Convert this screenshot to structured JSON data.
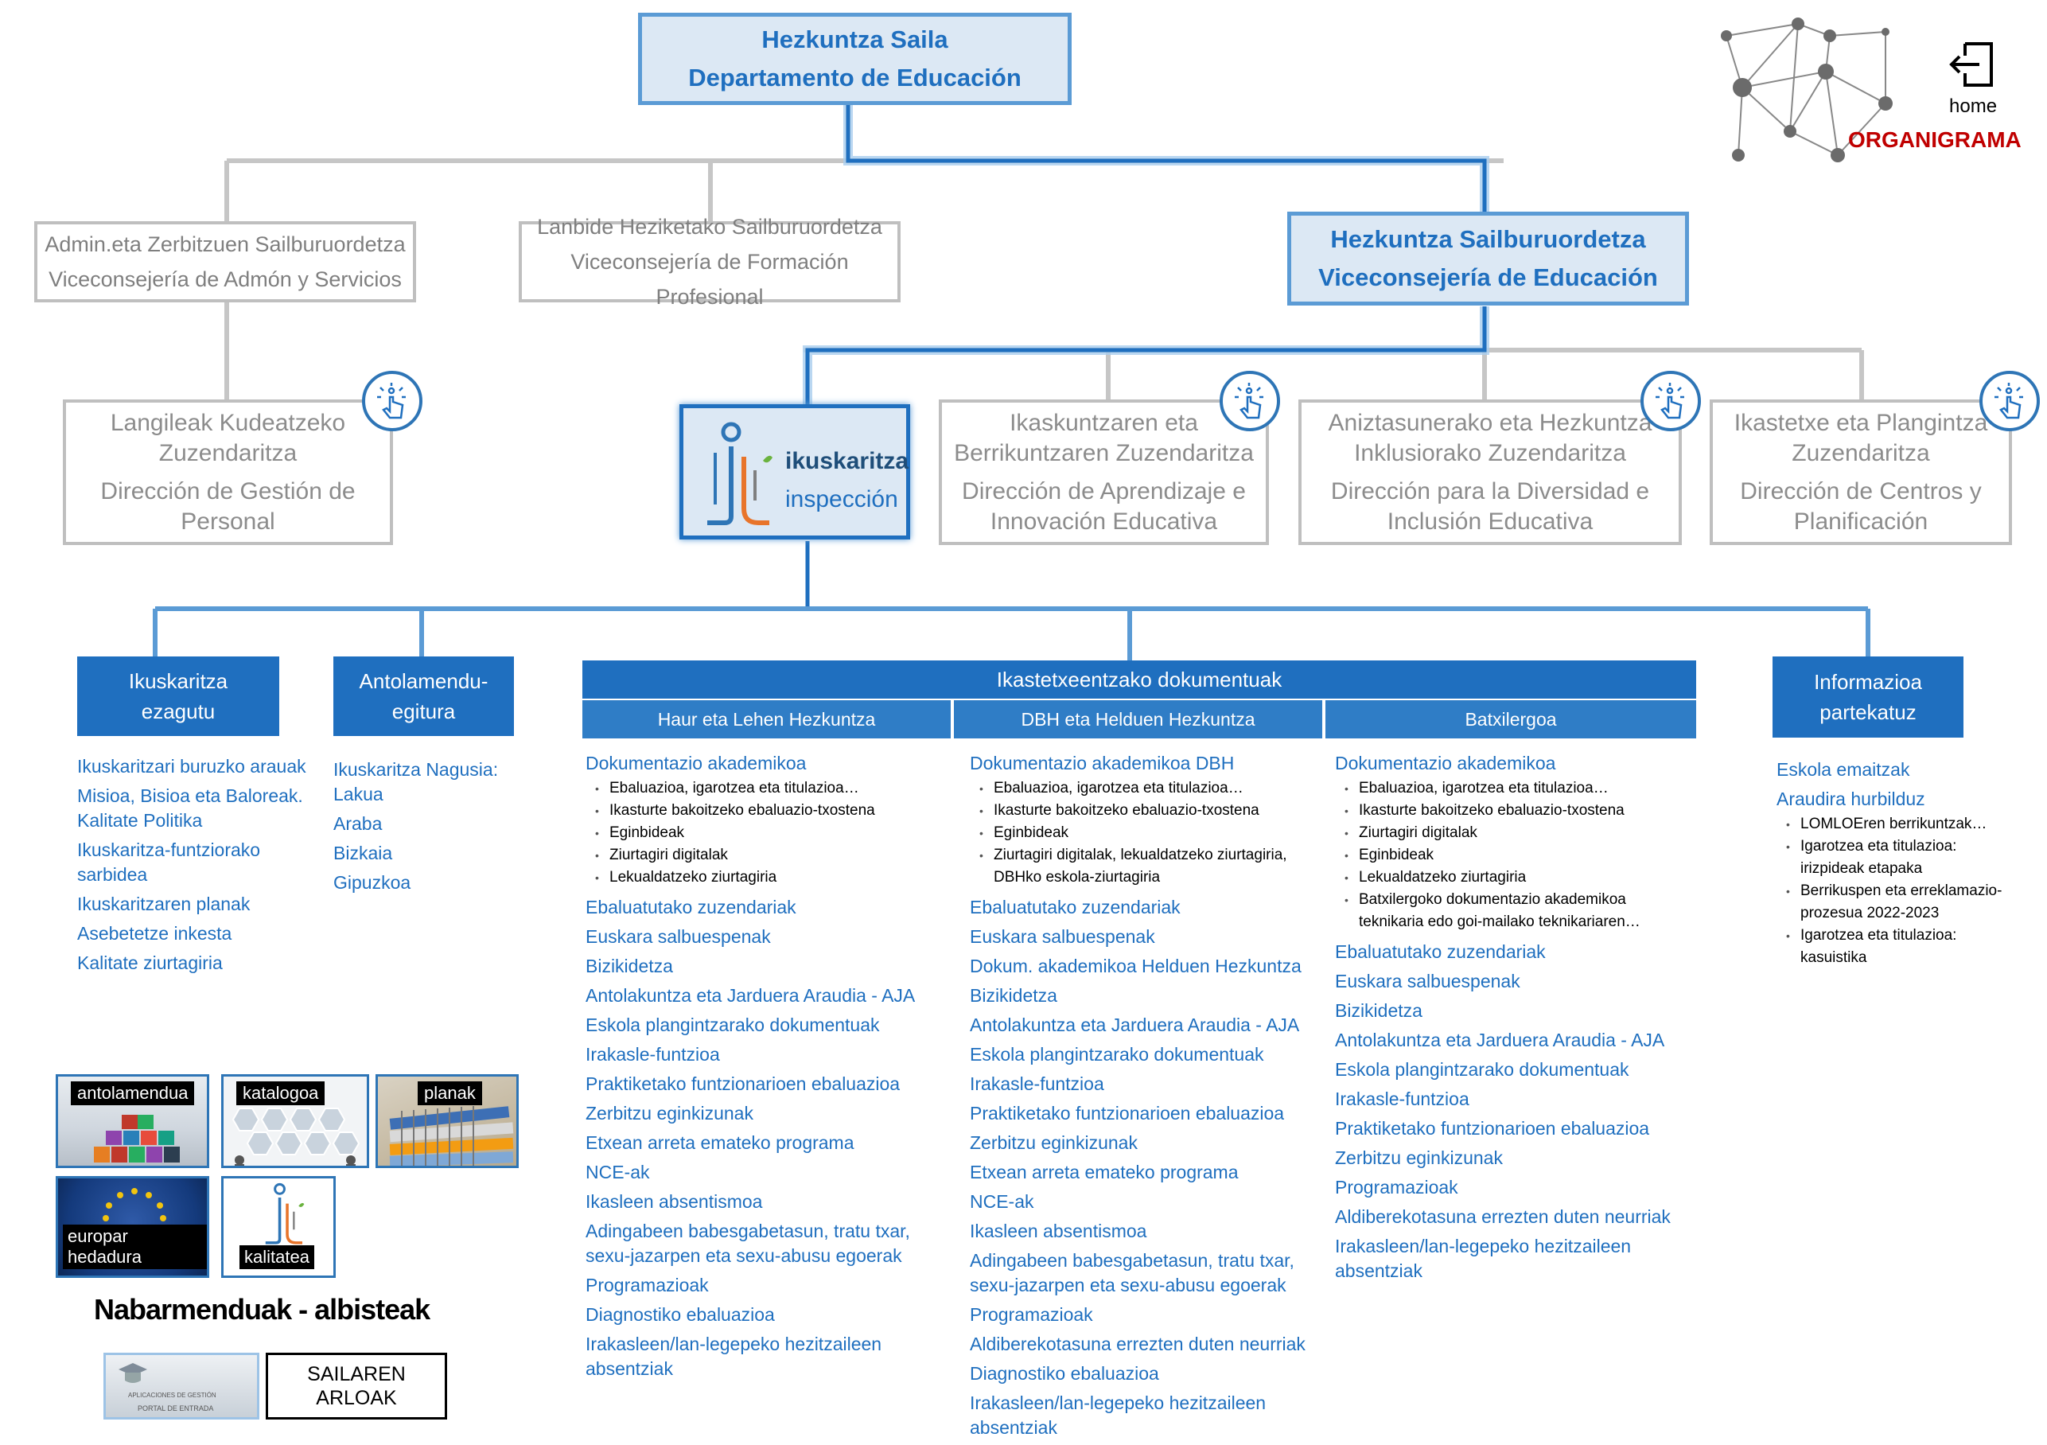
{
  "header": {
    "top_line1": "Hezkuntza Saila",
    "top_line2": "Departamento de Educación",
    "home_label": "home",
    "organigrama_label": "ORGANIGRAMA"
  },
  "viceconsejerias": {
    "admin_line1": "Admin.eta Zerbitzuen Sailburuordetza",
    "admin_line2": "Viceconsejería de Admón y Servicios",
    "lanbide_line1": "Lanbide Heziketako Sailburuordetza",
    "lanbide_line2": "Viceconsejería de Formación Profesional",
    "hezkuntza_line1": "Hezkuntza Sailburuordetza",
    "hezkuntza_line2": "Viceconsejería de Educación"
  },
  "direcciones": {
    "langileak_eu": "Langileak Kudeatzeko Zuzendaritza",
    "langileak_es": "Dirección de Gestión de Personal",
    "ikuskaritza_eu": "ikuskaritza",
    "ikuskaritza_es": "inspección",
    "ikaskuntza_eu": "Ikaskuntzaren eta Berrikuntzaren  Zuzendaritza",
    "ikaskuntza_es": "Dirección de Aprendizaje e Innovación Educativa",
    "aniztasun_eu": "Aniztasunerako eta Hezkuntza Inklusiorako Zuzendaritza",
    "aniztasun_es": "Dirección para la Diversidad e Inclusión Educativa",
    "ikastetxe_eu": "Ikastetxe eta Plangintza Zuzendaritza",
    "ikastetxe_es": "Dirección de Centros y Planificación"
  },
  "sections": {
    "ezagutu_title": "Ikuskaritza ezagutu",
    "ezagutu_items": [
      "Ikuskaritzari buruzko arauak",
      "Misioa, Bisioa eta Baloreak. Kalitate Politika",
      "Ikuskaritza-funtziorako sarbidea",
      "Ikuskaritzaren planak",
      "Asebetetze inkesta",
      "Kalitate ziurtagiria"
    ],
    "antolamendu_title": "Antolamendu-egitura",
    "antolamendu_items": [
      "Ikuskaritza Nagusia: Lakua",
      "Araba",
      "Bizkaia",
      "Gipuzkoa"
    ],
    "dokumentuak_title": "Ikastetxeentzako dokumentuak",
    "haur_title": "Haur eta Lehen Hezkuntza",
    "dbh_title": "DBH eta Helduen Hezkuntza",
    "batx_title": "Batxilergoa",
    "informazioa_title": "Informazioa partekatuz"
  },
  "haur": [
    {
      "t": "Dokumentazio akademikoa",
      "s": [
        "Ebaluazioa, igarotzea eta titulazioa…",
        "Ikasturte bakoitzeko ebaluazio-txostena",
        "Eginbideak",
        "Ziurtagiri digitalak",
        "Lekualdatzeko ziurtagiria"
      ]
    },
    {
      "t": "Ebaluatutako zuzendariak"
    },
    {
      "t": "Euskara salbuespenak"
    },
    {
      "t": "Bizikidetza"
    },
    {
      "t": "Antolakuntza eta Jarduera Araudia - AJA"
    },
    {
      "t": "Eskola plangintzarako dokumentuak"
    },
    {
      "t": "Irakasle-funtzioa"
    },
    {
      "t": "Praktiketako funtzionarioen ebaluazioa"
    },
    {
      "t": "Zerbitzu eginkizunak"
    },
    {
      "t": "Etxean arreta emateko programa"
    },
    {
      "t": "NCE-ak"
    },
    {
      "t": "Ikasleen absentismoa"
    },
    {
      "t": "Adingabeen babesgabetasun, tratu txar, sexu-jazarpen eta sexu-abusu egoerak"
    },
    {
      "t": "Programazioak"
    },
    {
      "t": "Diagnostiko ebaluazioa"
    },
    {
      "t": "Irakasleen/lan-legepeko hezitzaileen absentziak"
    }
  ],
  "dbh": [
    {
      "t": "Dokumentazio akademikoa DBH",
      "s": [
        "Ebaluazioa, igarotzea eta titulazioa…",
        "Ikasturte bakoitzeko ebaluazio-txostena",
        "Eginbideak",
        "Ziurtagiri digitalak, lekualdatzeko ziurtagiria, DBHko eskola-ziurtagiria"
      ]
    },
    {
      "t": "Ebaluatutako zuzendariak"
    },
    {
      "t": "Euskara salbuespenak"
    },
    {
      "t": "Dokum. akademikoa Helduen Hezkuntza"
    },
    {
      "t": "Bizikidetza"
    },
    {
      "t": "Antolakuntza eta Jarduera Araudia - AJA"
    },
    {
      "t": "Eskola plangintzarako dokumentuak"
    },
    {
      "t": "Irakasle-funtzioa"
    },
    {
      "t": "Praktiketako funtzionarioen ebaluazioa"
    },
    {
      "t": "Zerbitzu eginkizunak"
    },
    {
      "t": "Etxean arreta emateko programa"
    },
    {
      "t": "NCE-ak"
    },
    {
      "t": "Ikasleen absentismoa"
    },
    {
      "t": "Adingabeen babesgabetasun, tratu txar, sexu-jazarpen eta sexu-abusu egoerak"
    },
    {
      "t": "Programazioak"
    },
    {
      "t": "Aldiberekotasuna errezten duten neurriak"
    },
    {
      "t": "Diagnostiko ebaluazioa"
    },
    {
      "t": "Irakasleen/lan-legepeko hezitzaileen absentziak"
    }
  ],
  "batx": [
    {
      "t": "Dokumentazio akademikoa",
      "s": [
        "Ebaluazioa, igarotzea eta titulazioa…",
        "Ikasturte bakoitzeko ebaluazio-txostena",
        "Ziurtagiri digitalak",
        "Eginbideak",
        "Lekualdatzeko ziurtagiria",
        "Batxilergoko dokumentazio akademikoa teknikaria edo goi-mailako teknikariaren…"
      ]
    },
    {
      "t": "Ebaluatutako zuzendariak"
    },
    {
      "t": "Euskara salbuespenak"
    },
    {
      "t": "Bizikidetza"
    },
    {
      "t": "Antolakuntza eta Jarduera Araudia - AJA"
    },
    {
      "t": "Eskola plangintzarako dokumentuak"
    },
    {
      "t": "Irakasle-funtzioa"
    },
    {
      "t": "Praktiketako funtzionarioen ebaluazioa"
    },
    {
      "t": "Zerbitzu eginkizunak"
    },
    {
      "t": "Programazioak"
    },
    {
      "t": "Aldiberekotasuna errezten duten neurriak"
    },
    {
      "t": "Irakasleen/lan-legepeko hezitzaileen absentziak"
    }
  ],
  "informazioa": [
    {
      "t": "Eskola emaitzak"
    },
    {
      "t": "Araudira hurbilduz",
      "s": [
        "LOMLOEren berrikuntzak…",
        "Igarotzea eta titulazioa: irizpideak etapaka",
        "Berrikuspen eta erreklamazio-prozesua 2022-2023",
        "Igarotzea eta titulazioa: kasuistika"
      ]
    }
  ],
  "tiles": {
    "antolamendua": "antolamendua",
    "katalogoa": "katalogoa",
    "planak": "planak",
    "europar": "europar hedadura",
    "kalitatea": "kalitatea"
  },
  "footer": {
    "nabarmenduak": "Nabarmenduak - albisteak",
    "portal_line1": "APLICACIONES DE GESTIÓN",
    "portal_line2": "PORTAL DE ENTRADA",
    "sailaren_line1": "SAILAREN",
    "sailaren_line2": "ARLOAK"
  },
  "colors": {
    "accent": "#1f6fbf",
    "grey_border": "#bfbfbf",
    "highlight": "#2e75b6"
  }
}
